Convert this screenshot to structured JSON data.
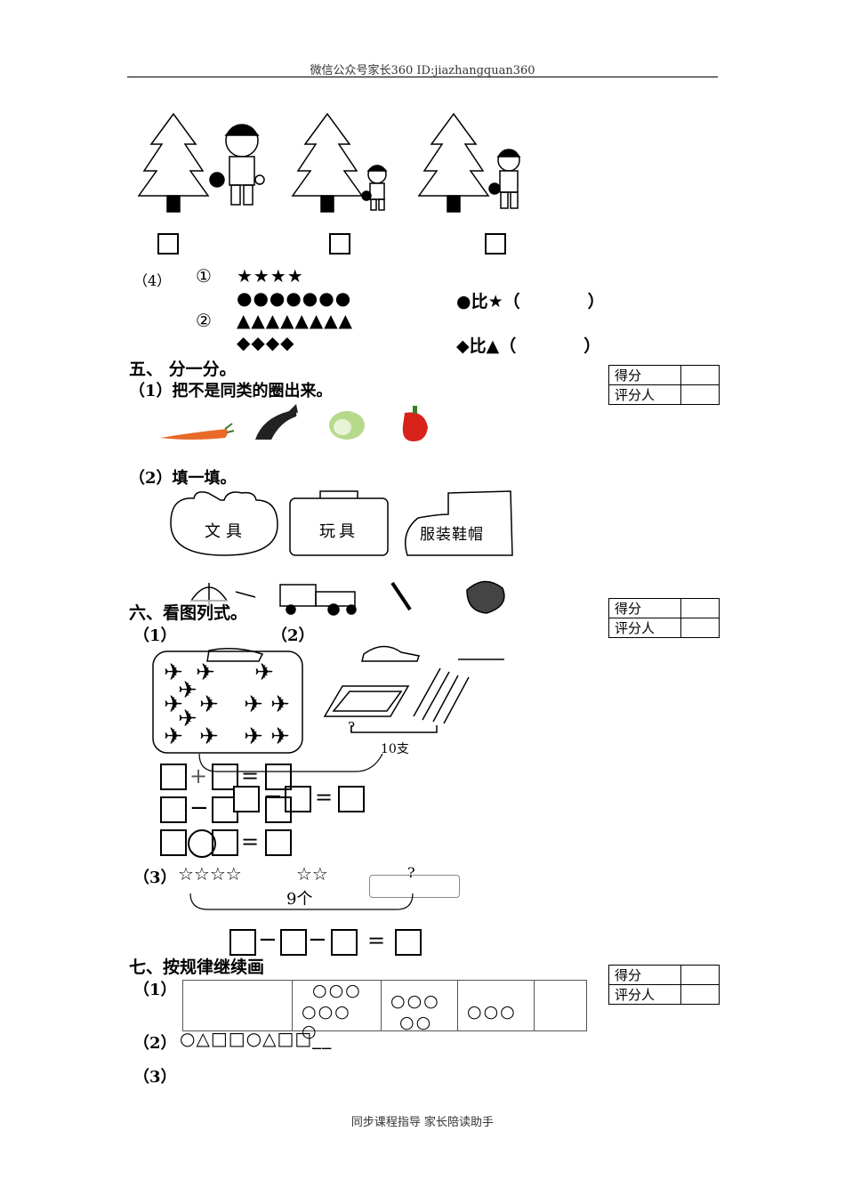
{
  "header": "微信公众号家长360 ID:jiazhangquan360",
  "footer": "同步课程指导 家长陪读助手",
  "part4": {
    "num": "（4）",
    "c1": "①",
    "c2": "②",
    "stars": "★★★★",
    "dots": "●●●●●●●",
    "tri": "▲▲▲▲▲▲▲▲",
    "dia": "◆◆◆◆",
    "cmp1": "●比★（　　　　）",
    "cmp2": "◆比▲（　　　　）"
  },
  "sec5": {
    "title": "五、 分一分。",
    "q1": "（1）把不是同类的圈出来。",
    "q2": "（2）填一填。",
    "bag1": "文具",
    "bag2": "玩具",
    "bag3": "服装鞋帽"
  },
  "score": {
    "label1": "得分",
    "label2": "评分人"
  },
  "sec6": {
    "title": "六、看图列式。",
    "q1": "（1）",
    "q2": "（2）",
    "q_mark": "?",
    "pencils": "10支",
    "q3": "（3）",
    "q3_stars": "☆☆☆☆",
    "q3_stars2": "☆☆",
    "q3_total": "9个",
    "plus": "+",
    "minus": "−",
    "eq": "="
  },
  "sec7": {
    "title": "七、按规律继续画",
    "q1": "（1）",
    "c2a": "○○○",
    "c2b": "○○○",
    "c2c": "○",
    "c3a": "○○○",
    "c3b": "○○",
    "c4": "○○○",
    "q2": "（2）",
    "q2_seq": "○△□□○△□□__",
    "q3": "（3）"
  }
}
